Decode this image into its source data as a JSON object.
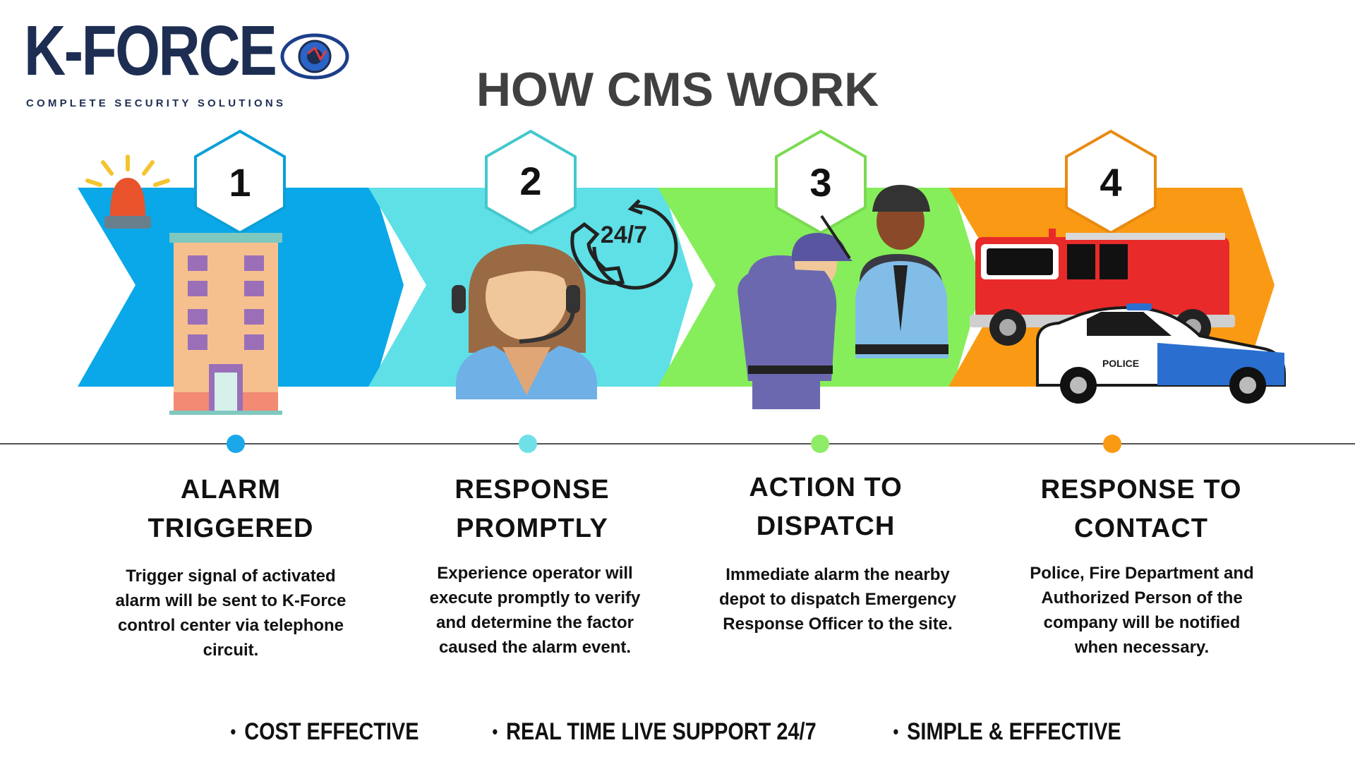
{
  "logo": {
    "brand": "K-FORCE",
    "tagline": "COMPLETE SECURITY SOLUTIONS"
  },
  "title": "HOW CMS WORK",
  "colors": {
    "step1": "#0aa8e8",
    "step2": "#5ee0e6",
    "step3": "#86ee5a",
    "step4": "#fa9a14",
    "hex1": "#0a9fd8",
    "hex2": "#43c8cc",
    "hex3": "#7ada52",
    "hex4": "#e88a10"
  },
  "steps": [
    {
      "number": "1",
      "icon": "building-alarm-icon",
      "title_line1": "ALARM",
      "title_line2": "TRIGGERED",
      "description": "Trigger signal of activated alarm will be sent to K-Force control center via telephone circuit."
    },
    {
      "number": "2",
      "icon": "operator-headset-icon",
      "badge": "24/7",
      "title_line1": "RESPONSE",
      "title_line2": "PROMPTLY",
      "description": "Experience operator will execute promptly to verify and determine the factor caused the alarm event."
    },
    {
      "number": "3",
      "icon": "security-guards-icon",
      "title_line1": "ACTION TO",
      "title_line2": "DISPATCH",
      "description": "Immediate alarm the nearby depot to dispatch Emergency Response Officer to the site."
    },
    {
      "number": "4",
      "icon": "emergency-vehicles-icon",
      "police_label": "POLICE",
      "title_line1": "RESPONSE TO",
      "title_line2": "CONTACT",
      "description": "Police, Fire Department and Authorized Person of the company will be notified when necessary."
    }
  ],
  "features": [
    "COST EFFECTIVE",
    "REAL TIME LIVE SUPPORT 24/7",
    "SIMPLE & EFFECTIVE"
  ]
}
